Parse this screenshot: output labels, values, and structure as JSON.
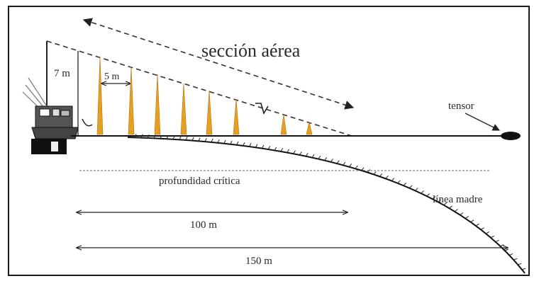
{
  "labels": {
    "aerial_section": "sección aérea",
    "height": "7 m",
    "spacing": "5 m",
    "tensor": "tensor",
    "critical_depth": "profundidad crítica",
    "mainline": "línea madre",
    "dist_100": "100 m",
    "dist_150": "150 m"
  },
  "colors": {
    "frame": "#1a1a1a",
    "line": "#111111",
    "branch": "#e6a020",
    "branch_dark": "#b8741a",
    "dashes": "#333333",
    "depth_line": "#9a9a9a"
  },
  "icons": [
    "boat-icon",
    "buoy-icon"
  ]
}
